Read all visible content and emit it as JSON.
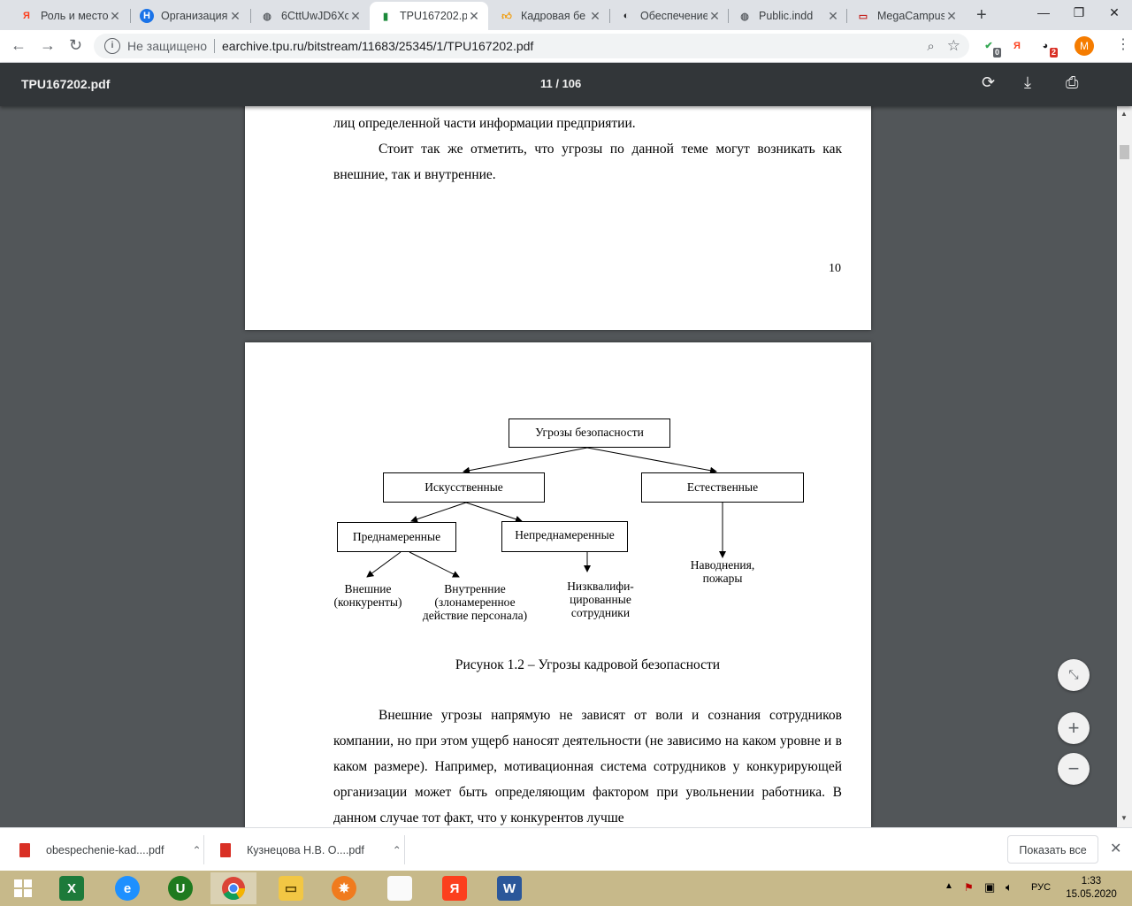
{
  "tabs": [
    {
      "label": "Роль и место",
      "favicon": "yandex-icon",
      "color": "#fc3f1d"
    },
    {
      "label": "Организация",
      "favicon": "h-icon",
      "color": "#1a73e8"
    },
    {
      "label": "6CttUwJD6Xc",
      "favicon": "globe-icon",
      "color": "#5f6368"
    },
    {
      "label": "TPU167202.p",
      "favicon": "tpu-icon",
      "color": "#1b8a3a"
    },
    {
      "label": "Кадровая бе",
      "favicon": "thumb-icon",
      "color": "#f29900"
    },
    {
      "label": "Обеспечение",
      "favicon": "portrait-icon",
      "color": "#202124"
    },
    {
      "label": "Public.indd",
      "favicon": "globe-icon",
      "color": "#5f6368"
    },
    {
      "label": "MegaCampus",
      "favicon": "megacampus-icon",
      "color": "#c5221f"
    }
  ],
  "address": {
    "security": "Не защищено",
    "url": "earchive.tpu.ru/bitstream/11683/25345/1/TPU167202.pdf"
  },
  "extensions": [
    {
      "name": "shield-extension",
      "badge": "0",
      "color": "#34a853"
    },
    {
      "name": "yandex-extension",
      "badge": "",
      "color": "#fc3f1d"
    },
    {
      "name": "counter-extension",
      "badge": "2",
      "color": "#202124"
    }
  ],
  "profile": {
    "initial": "M",
    "color": "#f57c00"
  },
  "pdf": {
    "title": "TPU167202.pdf",
    "page_indicator": "11 / 106"
  },
  "page_prev": {
    "line_top_partial": "лиц определенной части информации предприятии.",
    "para": "Стоит так же отметить, что угрозы по данной теме могут возникать как внешние, так и внутренние.",
    "page_number": "10"
  },
  "diagram": {
    "root": "Угрозы безопасности",
    "artificial": "Искусственные",
    "natural": "Естественные",
    "intentional": "Преднамеренные",
    "unintentional": "Непреднамеренные",
    "external": "Внешние\n(конкуренты)",
    "internal": "Внутренние\n(злонамеренное\nдействие персонала)",
    "low_qualified": "Низквалифи-\nцированные\nсотрудники",
    "floods": "Наводнения,\nпожары",
    "caption": "Рисунок 1.2 – Угрозы кадровой безопасности"
  },
  "page_next": {
    "para": "Внешние угрозы напрямую не зависят от воли и сознания сотрудников компании, но при этом ущерб наносят деятельности (не зависимо на каком уровне и в каком размере).  Например, мотивационная система сотрудников у конкурирующей организации может быть определяющим фактором при увольнении работника. В данном случае тот факт, что у конкурентов лучше"
  },
  "downloads": [
    {
      "name": "obespechenie-kad....pdf"
    },
    {
      "name": "Кузнецова Н.В. О....pdf"
    }
  ],
  "shelf": {
    "show_all": "Показать все"
  },
  "taskbar": {
    "language": "РУС",
    "time": "1:33",
    "date": "15.05.2020"
  }
}
